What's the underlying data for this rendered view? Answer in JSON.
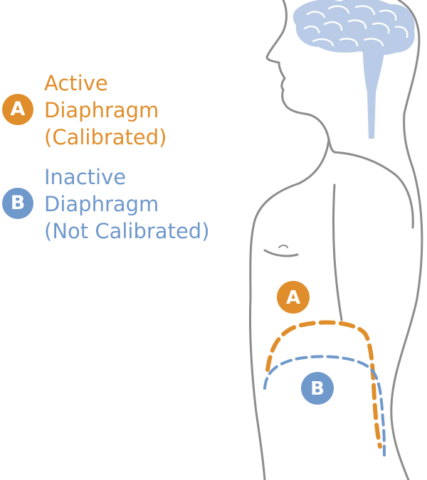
{
  "colors": {
    "active": "#E08E2B",
    "inactive": "#6F98CB",
    "body_outline": "#8C8C8C",
    "brain": "#B9CBE6"
  },
  "legend": {
    "active": {
      "badge": "A",
      "lines": [
        "Active",
        "Diaphragm",
        "(Calibrated)"
      ]
    },
    "inactive": {
      "badge": "B",
      "lines": [
        "Inactive",
        "Diaphragm",
        "(Not Calibrated)"
      ]
    }
  },
  "figure": {
    "marker_a": "A",
    "marker_b": "B"
  }
}
